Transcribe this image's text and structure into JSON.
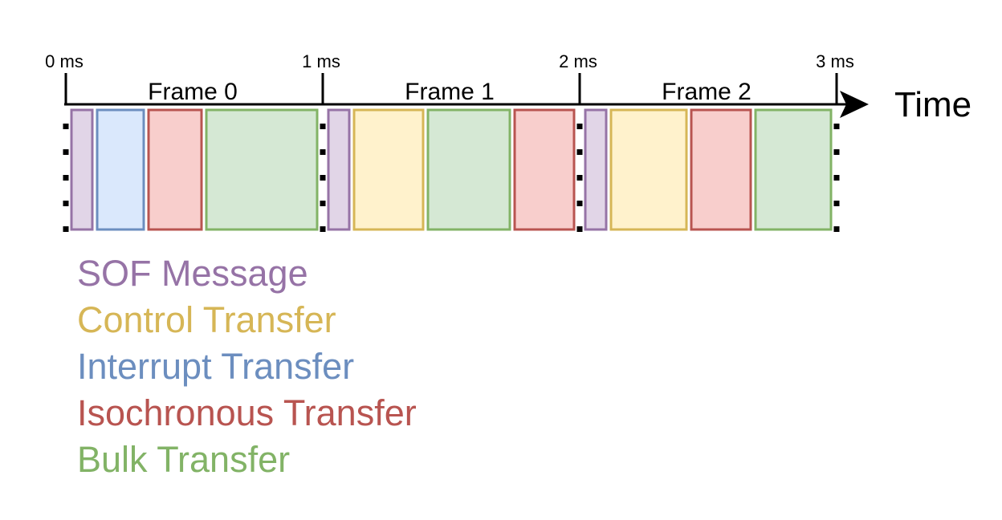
{
  "timeline": {
    "axis_label": "Time",
    "ticks": [
      "0 ms",
      "1 ms",
      "2 ms",
      "3 ms"
    ],
    "frames": [
      "Frame 0",
      "Frame 1",
      "Frame 2"
    ]
  },
  "transfer_types": {
    "sof": {
      "label": "SOF Message",
      "stroke": "#9673a6",
      "fill": "#e1d5e7",
      "text": "#9673a6"
    },
    "control": {
      "label": "Control Transfer",
      "stroke": "#d6b656",
      "fill": "#fff2cc",
      "text": "#d6b656"
    },
    "interrupt": {
      "label": "Interrupt Transfer",
      "stroke": "#6c8ebf",
      "fill": "#dae8fc",
      "text": "#6c8ebf"
    },
    "isochronous": {
      "label": "Isochronous Transfer",
      "stroke": "#b85450",
      "fill": "#f8cecc",
      "text": "#b85450"
    },
    "bulk": {
      "label": "Bulk Transfer",
      "stroke": "#82b366",
      "fill": "#d5e8d4",
      "text": "#82b366"
    }
  },
  "frame_contents": [
    [
      "sof",
      "interrupt",
      "isochronous",
      "bulk"
    ],
    [
      "sof",
      "control",
      "bulk",
      "isochronous"
    ],
    [
      "sof",
      "control",
      "isochronous",
      "bulk"
    ]
  ],
  "legend_order": [
    "sof",
    "control",
    "interrupt",
    "isochronous",
    "bulk"
  ]
}
